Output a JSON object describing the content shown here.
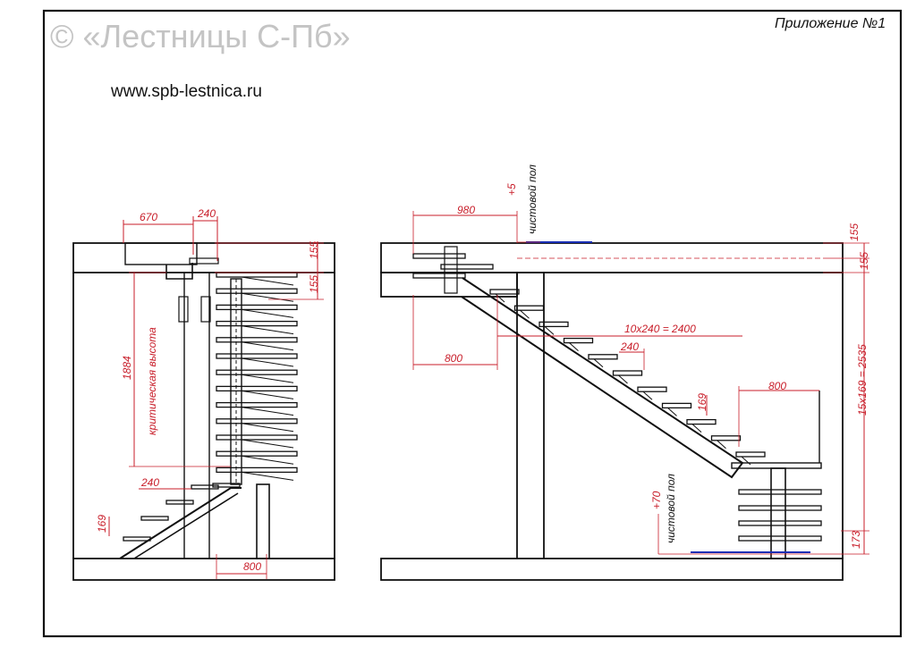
{
  "header": {
    "watermark": "© «Лестницы С-Пб»",
    "website": "www.spb-lestnica.ru",
    "appendix": "Приложение №1"
  },
  "left_view": {
    "dims": {
      "top_width": "670",
      "top_small": "240",
      "h155_a": "155",
      "h155_b": "155",
      "critical_height_value": "1884",
      "critical_height_label": "критическая высота",
      "lower_tread": "240",
      "lower_riser": "169",
      "bottom_width": "800"
    }
  },
  "right_view": {
    "dims": {
      "top_width": "980",
      "top_level": "+5",
      "top_floor_label": "чистовой пол",
      "h155_a": "155",
      "h155_b": "155",
      "landing_left": "800",
      "treads_total": "10x240 = 2400",
      "tread": "240",
      "riser": "169",
      "landing_right": "800",
      "risers_total": "15x169 = 2535",
      "bottom_level": "+70",
      "bottom_floor_label": "чистовой пол",
      "bottom_riser": "173"
    }
  },
  "colors": {
    "line": "#111111",
    "dimension": "#c81e2a",
    "floor_marker": "#1a2fb5"
  }
}
